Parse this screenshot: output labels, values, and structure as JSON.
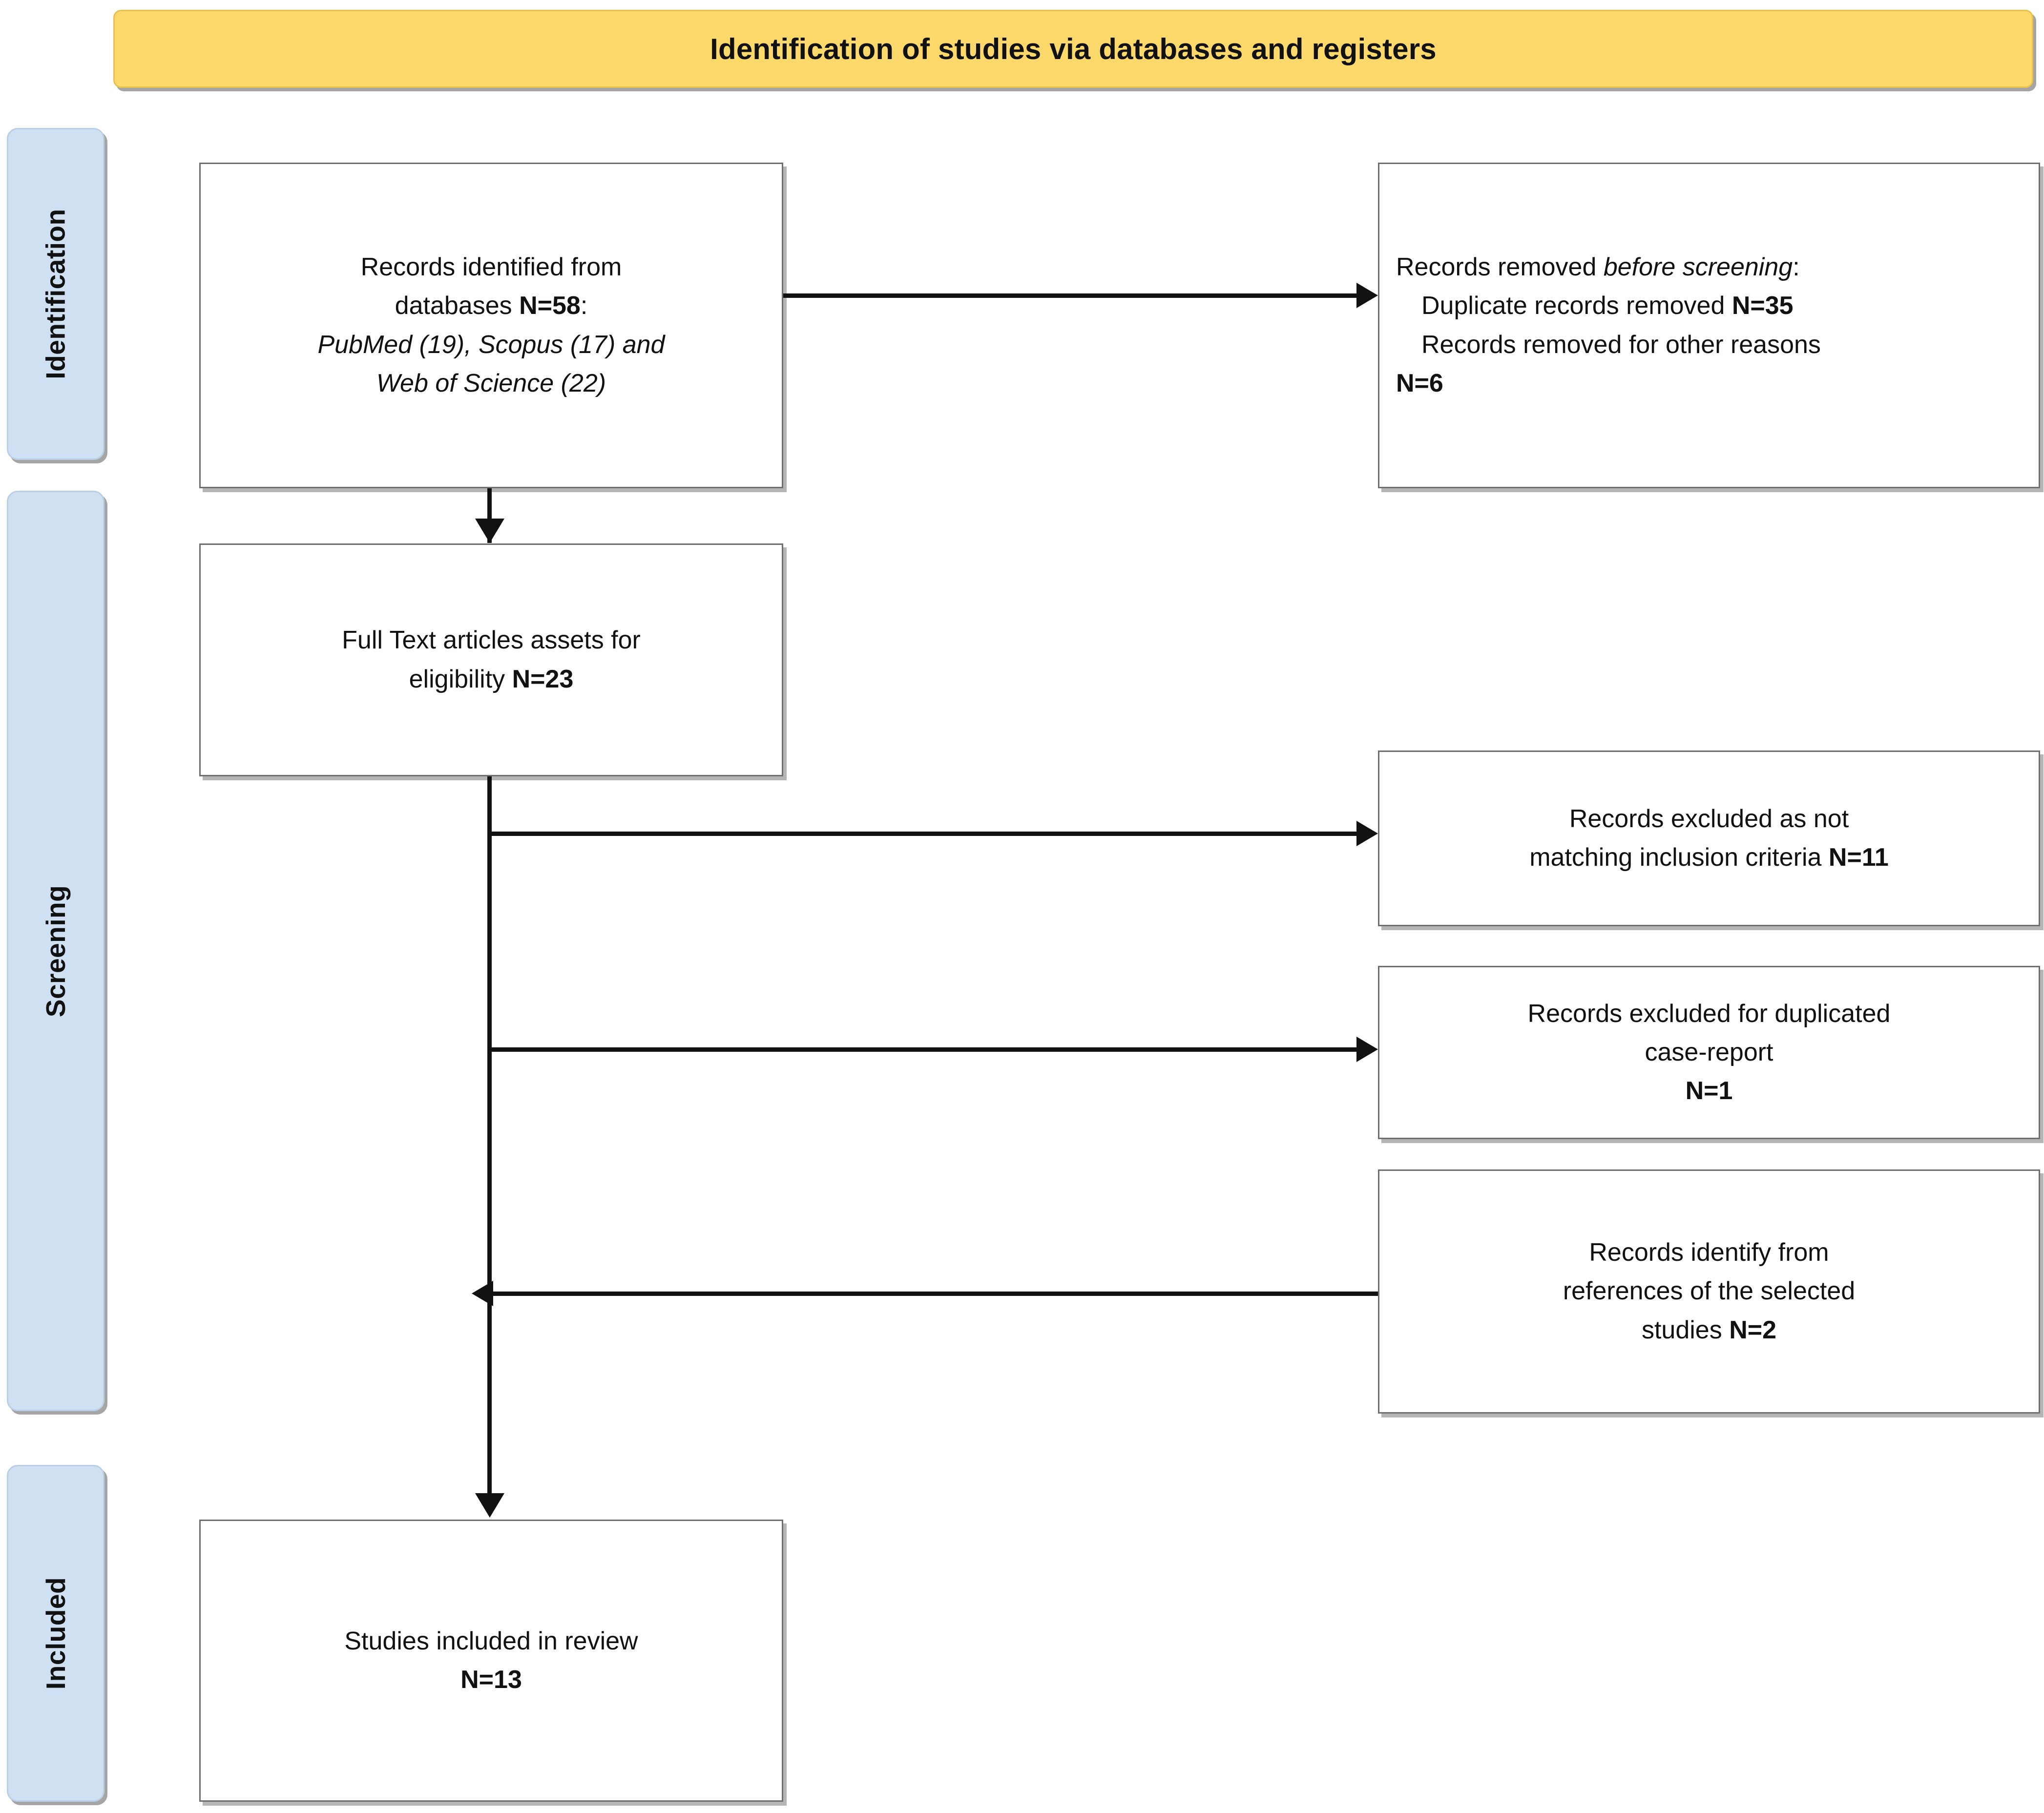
{
  "header": {
    "title": "Identification of studies via databases and registers",
    "bg_color": "#fcd96a"
  },
  "stages": [
    {
      "label": "Identification"
    },
    {
      "label": "Screening"
    },
    {
      "label": "Included"
    }
  ],
  "stage_color": "#cfe0f2",
  "boxes": {
    "identified": {
      "lines": [
        "Records identified from",
        "databases ",
        "N=58",
        ":",
        "PubMed (19), Scopus (17) and",
        "Web of Science (22)"
      ],
      "line1": "Records identified from",
      "line2_a": "databases ",
      "line2_b": "N=58",
      "line2_c": ":",
      "line3": "PubMed (19), Scopus (17) and",
      "line4": "Web of Science (22)"
    },
    "removed_before_screening": {
      "line1_a": "Records removed ",
      "line1_b": "before screening",
      "line1_c": ":",
      "line2_a": "Duplicate records removed ",
      "line2_b": "N=35",
      "line3_a": "Records removed for other reasons",
      "line4_b": "N=6"
    },
    "full_text": {
      "line1": "Full Text articles assets for",
      "line2_a": "eligibility ",
      "line2_b": "N=23"
    },
    "excluded_criteria": {
      "line1": "Records excluded as not",
      "line2_a": "matching inclusion criteria ",
      "line2_b": "N=11"
    },
    "excluded_duplicate": {
      "line1": "Records excluded for duplicated",
      "line2": "case-report",
      "line3_b": "N=1"
    },
    "identified_references": {
      "line1": "Records identify from",
      "line2": "references of the selected",
      "line3_a": "studies ",
      "line3_b": "N=2"
    },
    "included_studies": {
      "line1": "Studies included in review",
      "line2_b": "N=13"
    }
  },
  "flow_counts": {
    "records_identified_total": 58,
    "pubmed": 19,
    "scopus": 17,
    "web_of_science": 22,
    "duplicates_removed": 35,
    "removed_other_reasons": 6,
    "full_text_eligibility": 23,
    "excluded_not_matching_criteria": 11,
    "excluded_duplicated_case_report": 1,
    "identified_from_references": 2,
    "studies_included": 13
  }
}
